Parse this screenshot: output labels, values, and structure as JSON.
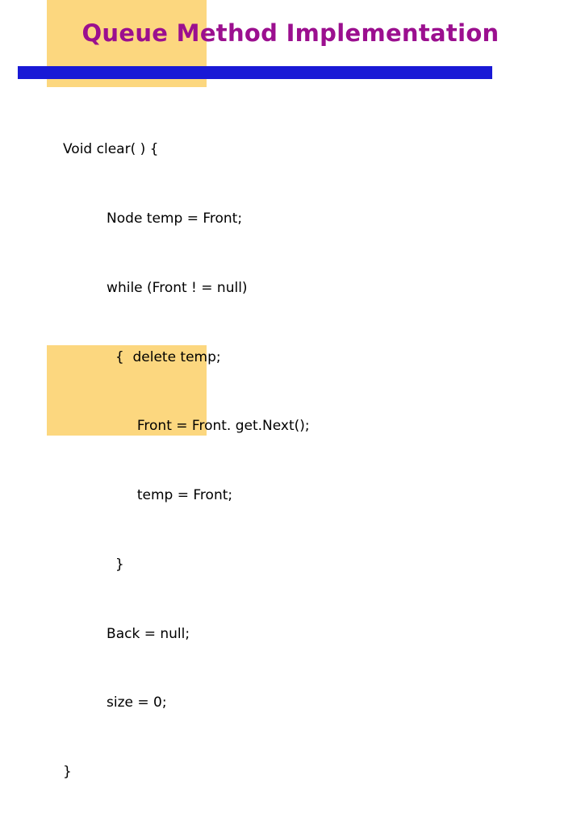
{
  "slide": {
    "title": "Queue Method Implementation",
    "colors": {
      "title": "#9b0f8f",
      "bar": "#1919d6",
      "band": "#fcd77f",
      "background": "#ffffff",
      "text": "#000000"
    },
    "code_lines": [
      "Void clear( ) {",
      "          Node temp = Front;",
      "          while (Front ! = null)",
      "            {  delete temp;",
      "                 Front = Front. get.Next();",
      "                 temp = Front;",
      "            }",
      "          Back = null;",
      "          size = 0;",
      "}"
    ]
  }
}
